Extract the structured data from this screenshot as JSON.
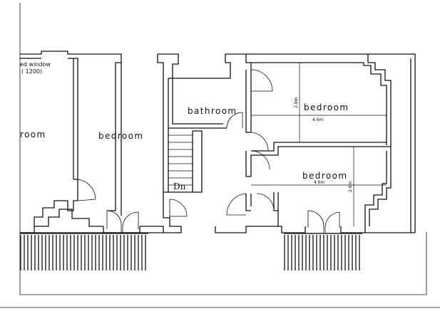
{
  "title_note": {
    "line1": "ed window",
    "line2": "( 1200)"
  },
  "rooms": [
    {
      "id": "left-cut",
      "label": "room"
    },
    {
      "id": "left-bedroom",
      "label": "bedroom"
    },
    {
      "id": "bathroom",
      "label": "bathroom"
    },
    {
      "id": "upper-right-bedroom",
      "label": "bedroom"
    },
    {
      "id": "lower-right-bedroom",
      "label": "bedroom"
    }
  ],
  "stair_label": "Dn",
  "dimensions": {
    "upper_width": "4.6m",
    "upper_height": "2.8m",
    "lower_width": "4.6m",
    "lower_height": "2.6m"
  }
}
